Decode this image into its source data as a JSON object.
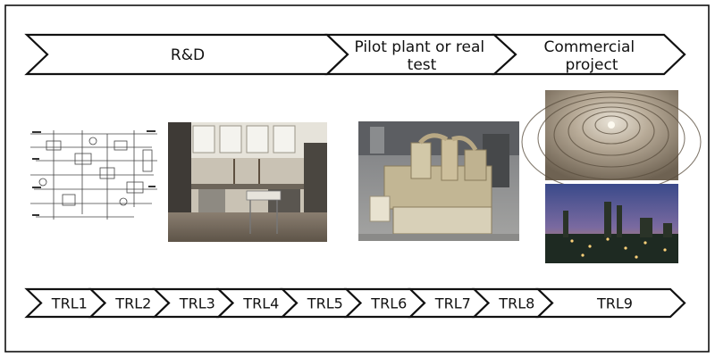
{
  "stages": [
    {
      "lines": [
        "R&D"
      ]
    },
    {
      "lines": [
        "Pilot plant or real",
        "test"
      ]
    },
    {
      "lines": [
        "Commercial",
        "project"
      ]
    }
  ],
  "trl_levels": [
    "TRL1",
    "TRL2",
    "TRL3",
    "TRL4",
    "TRL5",
    "TRL6",
    "TRL7",
    "TRL8",
    "TRL9"
  ],
  "images": [
    {
      "subject": "process-flow-schematic"
    },
    {
      "subject": "research-laboratory-photo"
    },
    {
      "subject": "pilot-plant-photo"
    },
    {
      "subject": "heliostat-field-aerial-photo"
    },
    {
      "subject": "refinery-at-dusk-photo"
    }
  ],
  "colors": {
    "outline": "#111111",
    "background": "#ffffff",
    "text": "#111111"
  }
}
